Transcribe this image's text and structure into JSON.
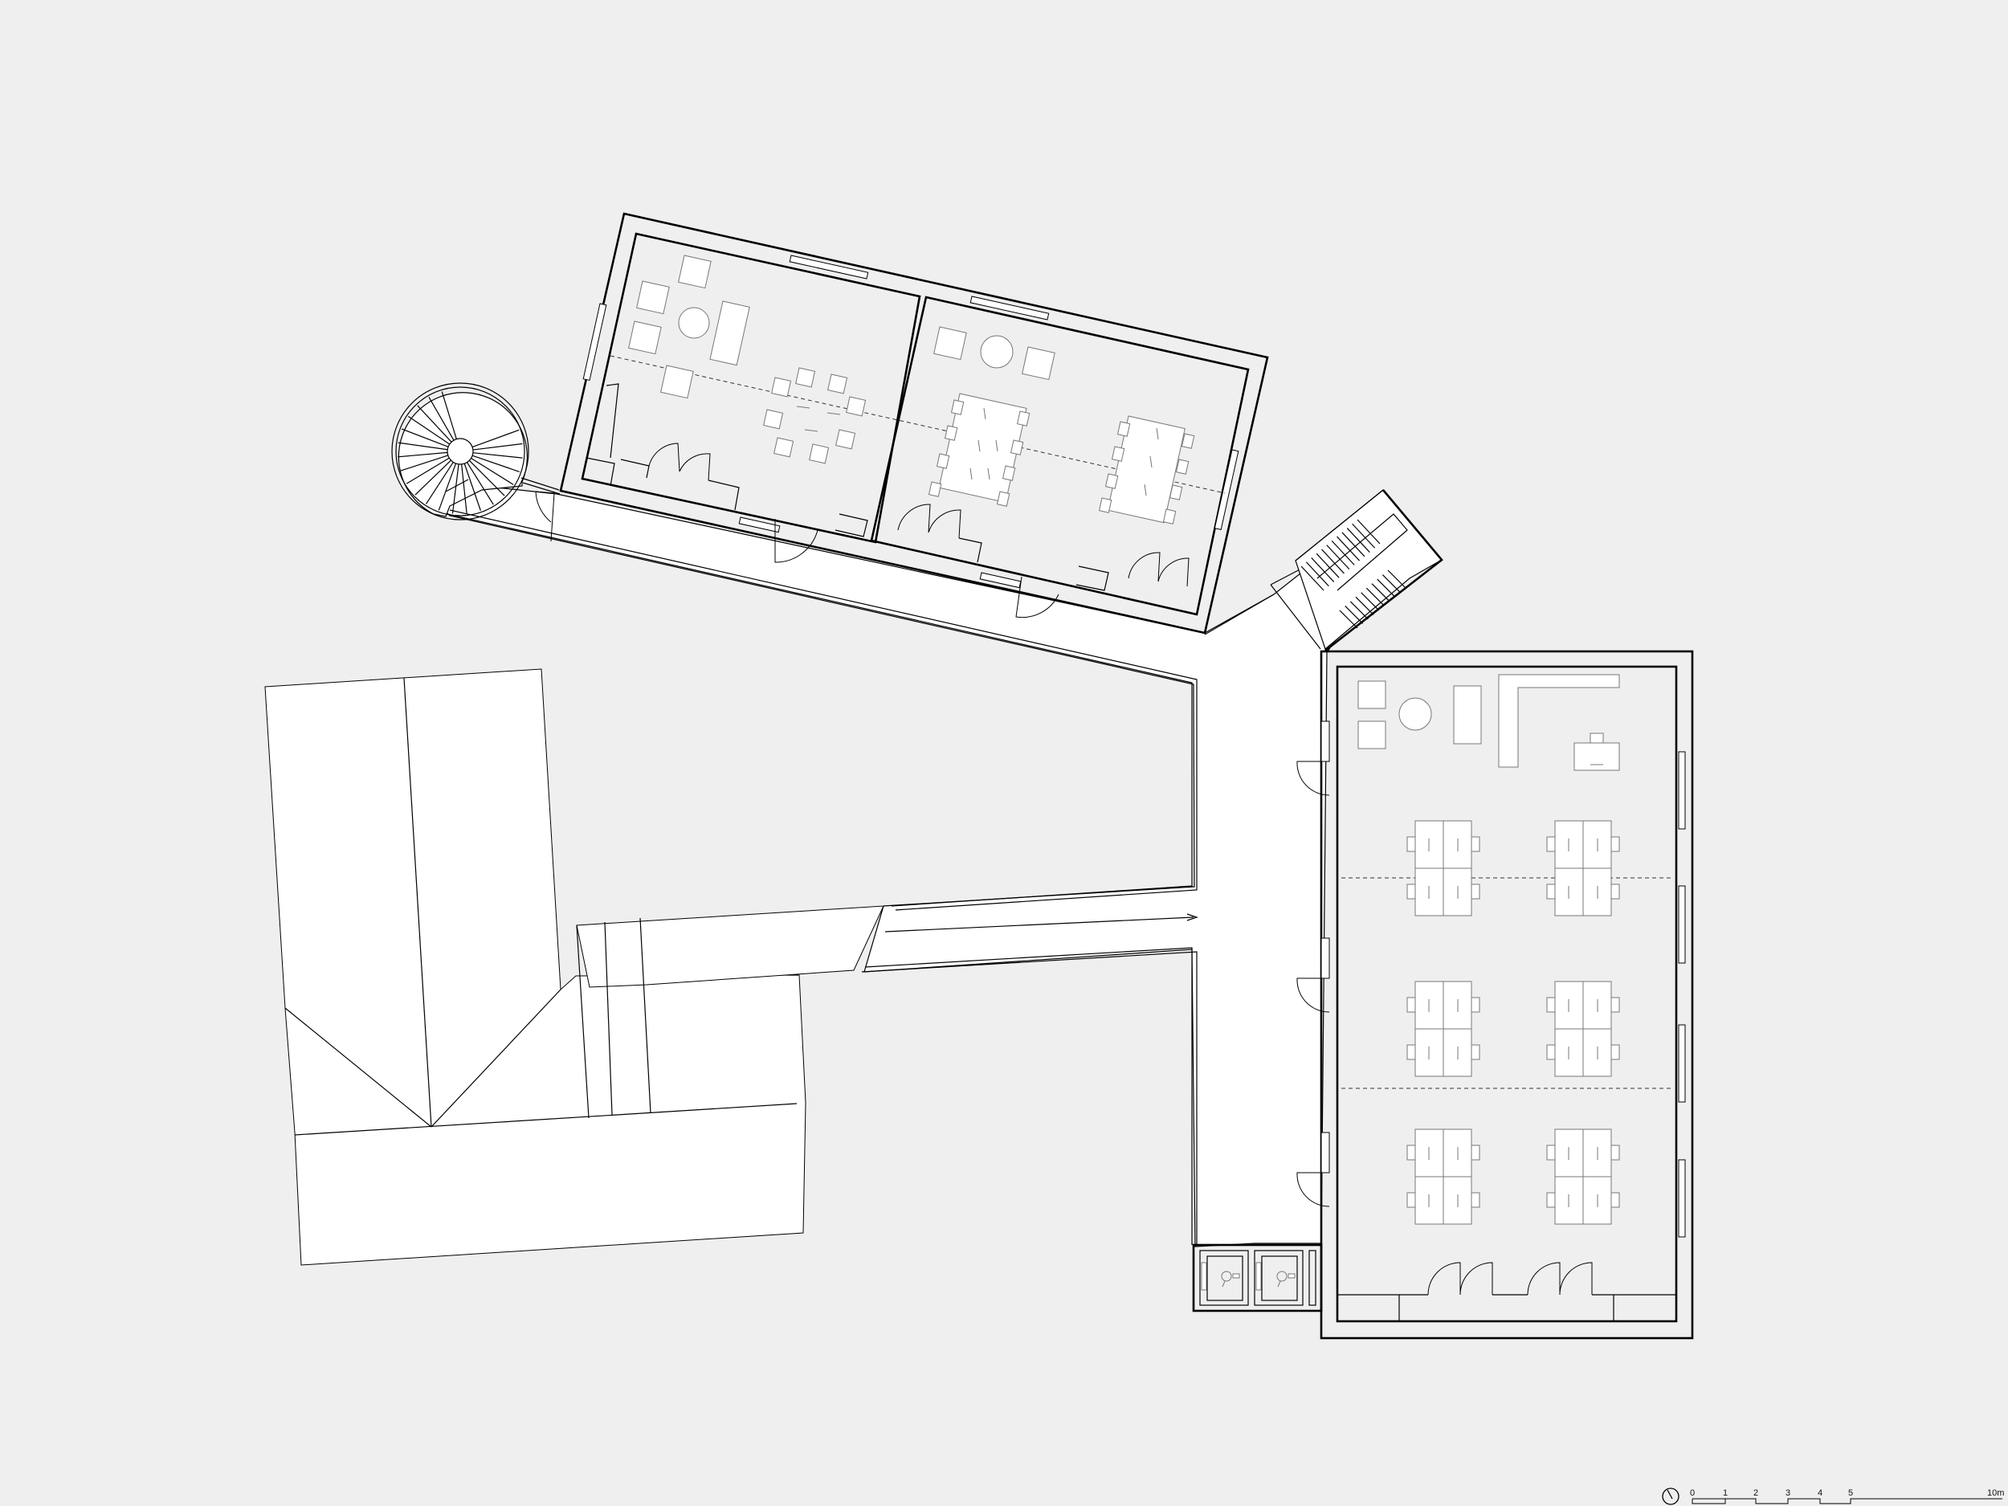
{
  "scale_bar": {
    "labels": [
      "0",
      "1",
      "2",
      "3",
      "4",
      "5",
      "10m"
    ]
  },
  "colors": {
    "background": "#efefef",
    "floor": "#ffffff",
    "wall": "#000000",
    "furniture": "#777777"
  },
  "icons": {
    "north": "north-arrow-icon",
    "toilet": "toilet-icon"
  }
}
